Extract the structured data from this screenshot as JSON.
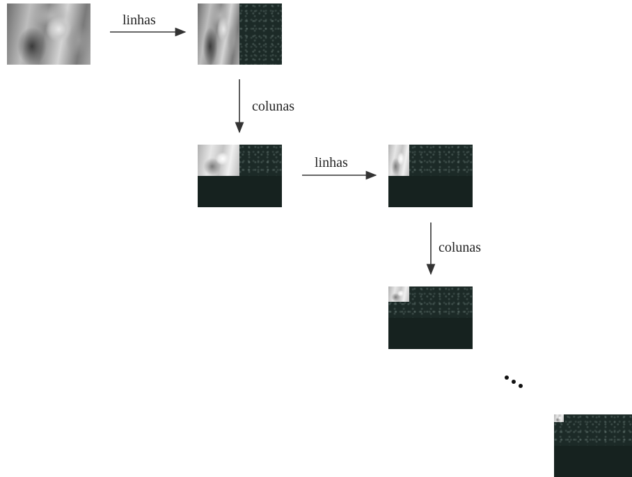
{
  "labels": {
    "step1": "linhas",
    "step2": "colunas",
    "step3": "linhas",
    "step4": "colunas"
  },
  "ellipsis_icon": "ellipsis-dots",
  "colors": {
    "detail_coefficients": "#1c2a27",
    "arrow": "#333333"
  }
}
